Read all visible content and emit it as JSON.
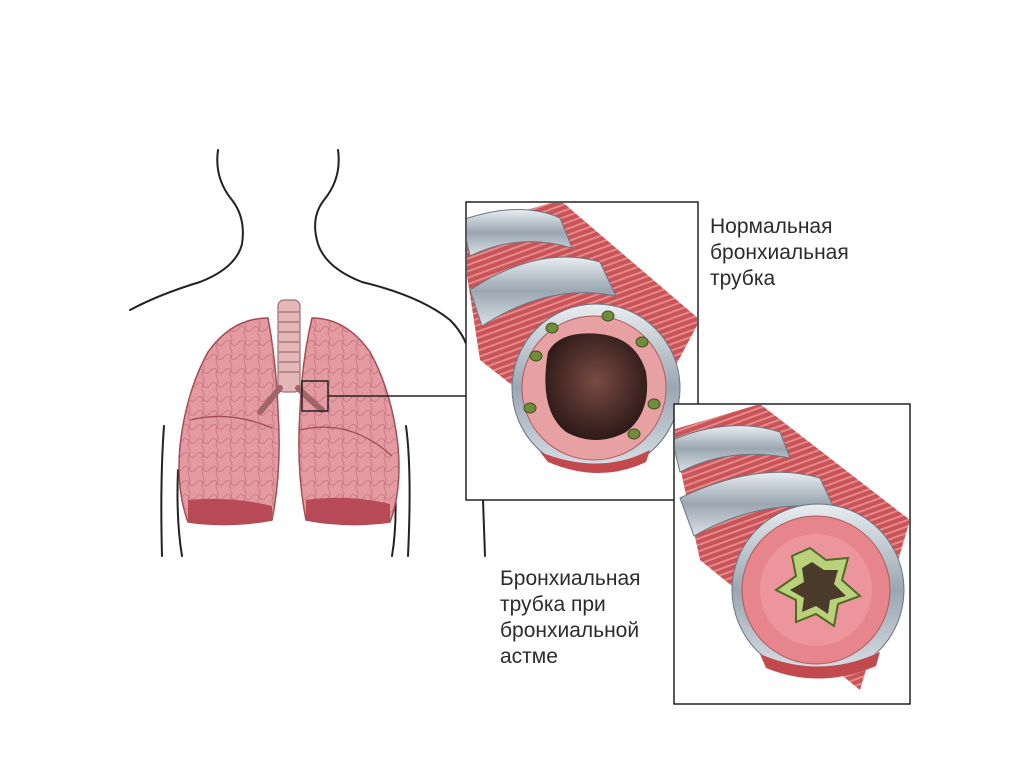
{
  "labels": {
    "normal_bronchus": [
      "Нормальная",
      "бронхиальная",
      "трубка"
    ],
    "asthma_bronchus": [
      "Бронхиальная",
      "трубка при",
      "бронхиальной",
      "астме"
    ]
  },
  "colors": {
    "lung": "#e39aa0",
    "lung_dark": "#b84a58",
    "bronchus_wall": "#e7a1a3",
    "cartilage": "#b9c3cc",
    "muscle": "#c24a4e",
    "mucus": "#6f8d3a",
    "outline": "#222222"
  }
}
